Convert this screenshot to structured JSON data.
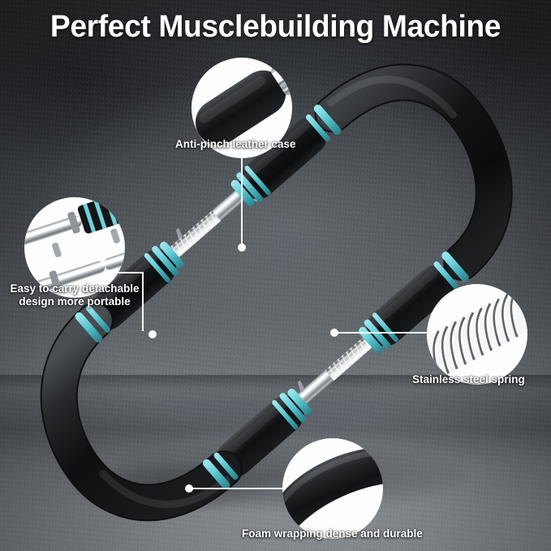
{
  "header": {
    "title": "Perfect Musclebuilding Machine"
  },
  "product": {
    "name": "arm-chest-expander",
    "colors": {
      "foam_black": "#17181a",
      "accent_teal": "#6fd3dc",
      "accent_teal_dark": "#3fa9b4",
      "chrome_light": "#f2f4f5",
      "chrome_mid": "#b9bfc4",
      "chrome_dark": "#6c7276"
    }
  },
  "background": {
    "wall_color": "#3b3f43",
    "floor_color": "#8a8f95",
    "texture": "concrete"
  },
  "callouts": [
    {
      "id": "anti-pinch",
      "label": "Anti-pinch leather case",
      "inset": "foam-grip-closeup",
      "leader": "vertical"
    },
    {
      "id": "detachable",
      "label_line1": "Easy to carry detachable",
      "label_line2": "design more portable",
      "inset": "disassembled-rods-closeup",
      "leader": "elbow"
    },
    {
      "id": "spring",
      "label": "Stainless steel spring",
      "inset": "coil-spring-closeup",
      "leader": "horizontal"
    },
    {
      "id": "foam",
      "label": "Foam wrapping dense and durable",
      "inset": "foam-band-closeup",
      "leader": "horizontal"
    }
  ]
}
